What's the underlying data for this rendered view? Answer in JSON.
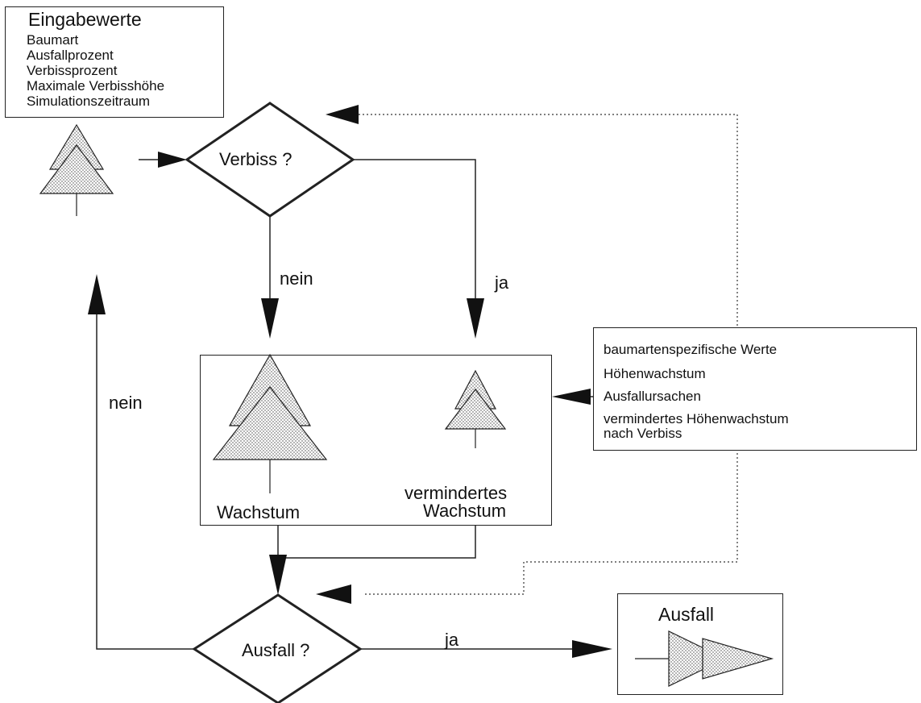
{
  "input_box": {
    "title": "Eingabewerte",
    "items": [
      "Baumart",
      "Ausfallprozent",
      "Verbissprozent",
      "Maximale Verbisshöhe",
      "Simulationszeitraum"
    ]
  },
  "decision_browse": {
    "label": "Verbiss ?"
  },
  "branch_labels": {
    "no_browse": "nein",
    "yes_browse": "ja",
    "no_loss": "nein",
    "yes_loss": "ja"
  },
  "growth_box": {
    "normal_label": "Wachstum",
    "reduced_label_line1": "vermindertes",
    "reduced_label_line2": "Wachstum"
  },
  "species_box": {
    "items": [
      "baumartenspezifische Werte",
      "Höhenwachstum",
      "Ausfallursachen",
      "vermindertes Höhenwachstum",
      "nach Verbiss"
    ]
  },
  "decision_loss": {
    "label": "Ausfall ?"
  },
  "loss_box": {
    "title": "Ausfall"
  }
}
